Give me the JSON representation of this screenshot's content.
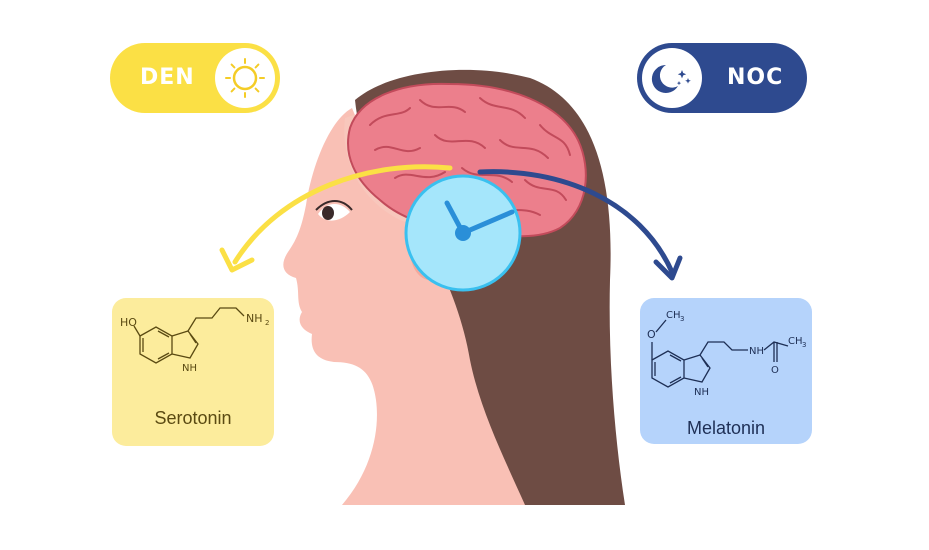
{
  "day": {
    "label": "DEN",
    "icon": "sun-icon",
    "color": "#fbe045"
  },
  "night": {
    "label": "NOC",
    "icon": "moon-stars-icon",
    "color": "#2e4a8f"
  },
  "serotonin": {
    "name": "Serotonin",
    "formula_labels": {
      "hydroxyl": "HO",
      "amine": "NH",
      "amine_sub": "2",
      "ring_nh": "NH"
    }
  },
  "melatonin": {
    "name": "Melatonin",
    "formula_labels": {
      "methoxy": "O",
      "methyl": "CH",
      "methyl_sub": "3",
      "amide": "NH",
      "ring_nh": "NH",
      "carbonyl": "O",
      "acetyl_methyl": "CH",
      "acetyl_sub": "3"
    }
  },
  "colors": {
    "skin": "#f9c0b5",
    "hair": "#6e4c44",
    "brain": "#ec7f8c",
    "clock_face": "#a5e6fb",
    "clock_hand": "#2a8fd8",
    "arrow_day": "#fbe045",
    "arrow_night": "#2e4a8f"
  },
  "icons": [
    "sun-icon",
    "moon-stars-icon",
    "clock-icon",
    "brain-icon",
    "eye-icon"
  ]
}
